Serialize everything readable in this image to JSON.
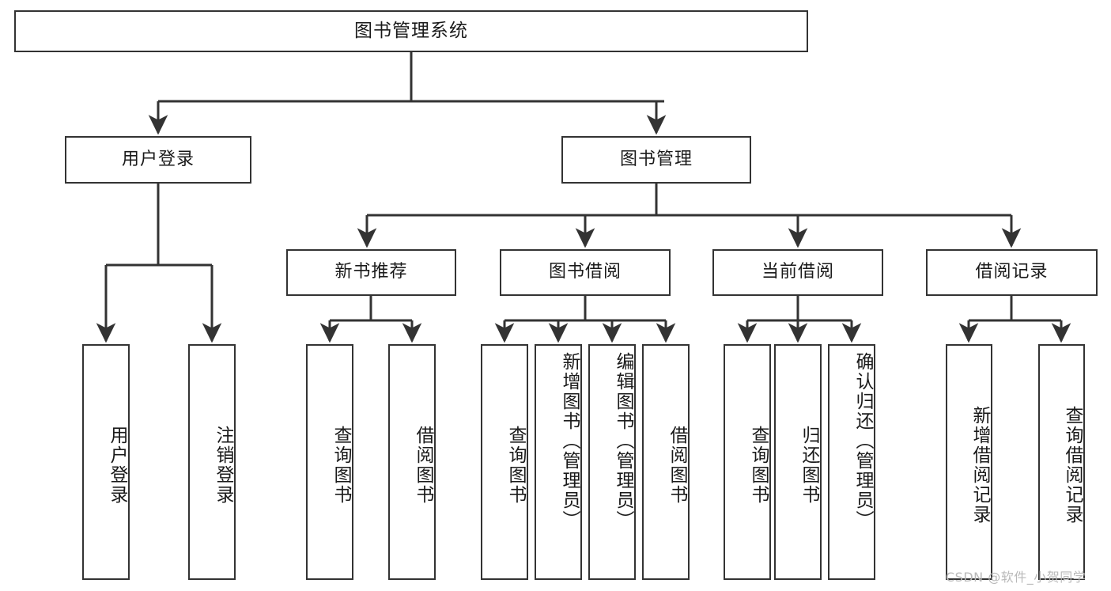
{
  "diagram": {
    "kind": "functional-structure-tree",
    "title": "图书管理系统",
    "watermark": "CSDN @软件_小贺同学",
    "colors": {
      "box_border": "#333333",
      "box_fill": "#ffffff",
      "edge": "#333333",
      "text": "#1a1a1a",
      "watermark": "#b9b9b9",
      "background": "#ffffff"
    },
    "levels": {
      "level1": [
        {
          "id": "root",
          "label": "图书管理系统",
          "orientation": "horizontal"
        }
      ],
      "level2": [
        {
          "id": "user-login",
          "label": "用户登录",
          "orientation": "horizontal"
        },
        {
          "id": "book-manage",
          "label": "图书管理",
          "orientation": "horizontal"
        }
      ],
      "level3": [
        {
          "id": "new-book-rec",
          "label": "新书推荐",
          "orientation": "horizontal",
          "parent": "book-manage"
        },
        {
          "id": "book-borrow",
          "label": "图书借阅",
          "orientation": "horizontal",
          "parent": "book-manage"
        },
        {
          "id": "current-borrow",
          "label": "当前借阅",
          "orientation": "horizontal",
          "parent": "book-manage"
        },
        {
          "id": "borrow-record",
          "label": "借阅记录",
          "orientation": "horizontal",
          "parent": "book-manage"
        }
      ],
      "level4": [
        {
          "id": "leaf-user-login",
          "label": "用户登录",
          "orientation": "vertical",
          "parent": "user-login"
        },
        {
          "id": "leaf-user-logout",
          "label": "注销登录",
          "orientation": "vertical",
          "parent": "user-login"
        },
        {
          "id": "leaf-query-book-1",
          "label": "查询图书",
          "orientation": "vertical",
          "parent": "new-book-rec"
        },
        {
          "id": "leaf-borrow-book-1",
          "label": "借阅图书",
          "orientation": "vertical",
          "parent": "new-book-rec"
        },
        {
          "id": "leaf-query-book-2",
          "label": "查询图书",
          "orientation": "vertical",
          "parent": "book-borrow"
        },
        {
          "id": "leaf-add-book",
          "label": "新增图书（管理员）",
          "orientation": "vertical",
          "parent": "book-borrow"
        },
        {
          "id": "leaf-edit-book",
          "label": "编辑图书（管理员）",
          "orientation": "vertical",
          "parent": "book-borrow"
        },
        {
          "id": "leaf-borrow-book-2",
          "label": "借阅图书",
          "orientation": "vertical",
          "parent": "book-borrow"
        },
        {
          "id": "leaf-query-book-3",
          "label": "查询图书",
          "orientation": "vertical",
          "parent": "current-borrow"
        },
        {
          "id": "leaf-return-book",
          "label": "归还图书",
          "orientation": "vertical",
          "parent": "current-borrow"
        },
        {
          "id": "leaf-confirm-return",
          "label": "确认归还（管理员）",
          "orientation": "vertical",
          "parent": "current-borrow"
        },
        {
          "id": "leaf-add-record",
          "label": "新增借阅记录",
          "orientation": "vertical",
          "parent": "borrow-record"
        },
        {
          "id": "leaf-query-record",
          "label": "查询借阅记录",
          "orientation": "vertical",
          "parent": "borrow-record"
        }
      ]
    }
  }
}
